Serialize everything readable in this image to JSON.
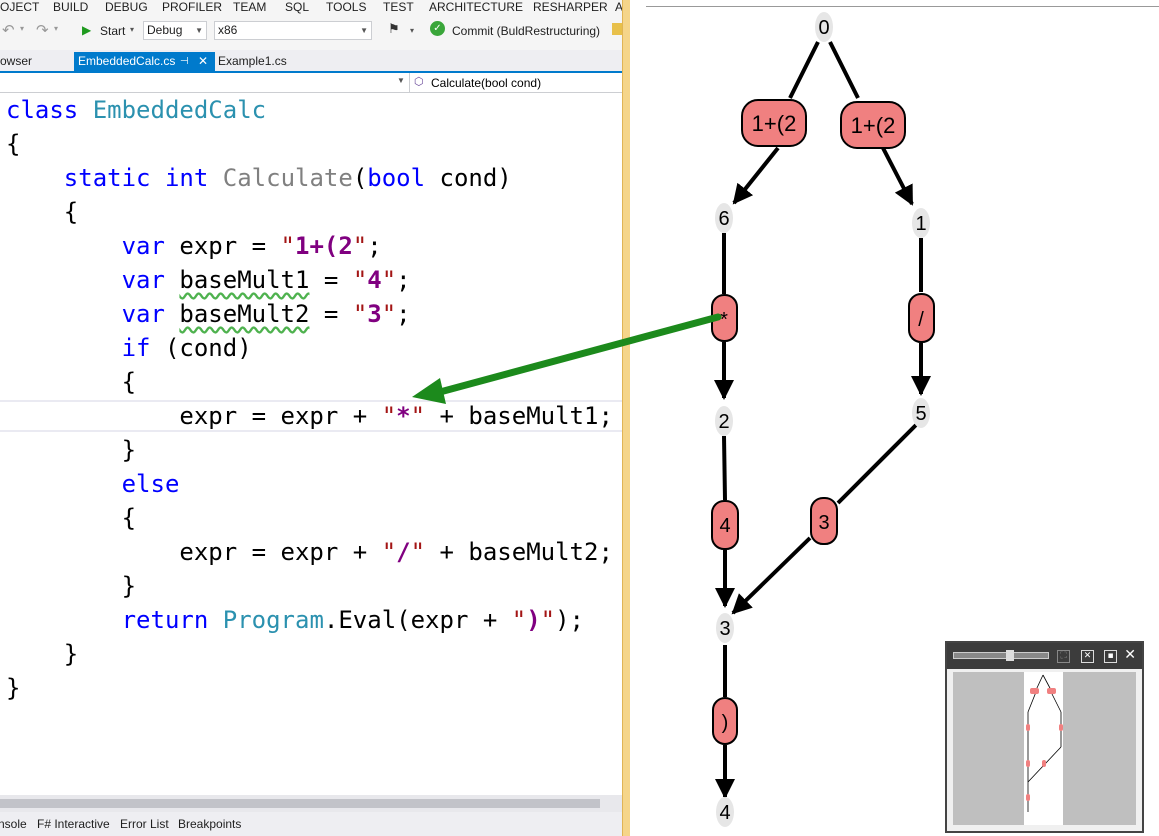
{
  "menu": [
    "OJECT",
    "BUILD",
    "DEBUG",
    "PROFILER",
    "TEAM",
    "SQL",
    "TOOLS",
    "TEST",
    "ARCHITECTURE",
    "RESHARPER",
    "A"
  ],
  "toolbar": {
    "start_label": "Start",
    "config": "Debug",
    "platform": "x86",
    "commit_label": "Commit (BuldRestructuring)"
  },
  "tabs": {
    "browser": "owser",
    "active": "EmbeddedCalc.cs",
    "pin": "⊣",
    "close": "✕",
    "other": "Example1.cs"
  },
  "navbar": {
    "member": "Calculate(bool cond)"
  },
  "code": {
    "l1_kw": "class",
    "l1_name": "EmbeddedCalc",
    "brace_open": "{",
    "brace_close": "}",
    "l3_static": "static",
    "l3_int": "int",
    "l3_method": "Calculate",
    "l3_paren": "(",
    "l3_bool": "bool",
    "l3_param": " cond)",
    "var": "var",
    "expr_decl": " expr = ",
    "expr_val": "1+(2",
    "bm1": "baseMult1",
    "bm1_val": "4",
    "bm2": "baseMult2",
    "bm2_val": "3",
    "assign": " = ",
    "quote": "\"",
    "semi": ";",
    "if_kw": "if",
    "if_cond": " (cond)",
    "expr_assign": "expr = expr + ",
    "star": "*",
    "plus_bm1": " + baseMult1;",
    "else_kw": "else",
    "slash": "/",
    "plus_bm2": " + baseMult2;",
    "return_kw": "return",
    "program": "Program",
    "eval": ".Eval(expr + ",
    "rparen_str": ")",
    "end": ");"
  },
  "bottom_tabs": [
    "nsole",
    "F# Interactive",
    "Error List",
    "Breakpoints"
  ],
  "graph": {
    "nodes": [
      "0",
      "6",
      "1",
      "2",
      "5",
      "3",
      "4"
    ],
    "edges": [
      "1+(2",
      "1+(2",
      "*",
      "/",
      "4",
      "3",
      ")"
    ]
  },
  "colors": {
    "edge_label_fill": "#f08080",
    "arrow": "#1c8a1c",
    "accent": "#007acc"
  }
}
